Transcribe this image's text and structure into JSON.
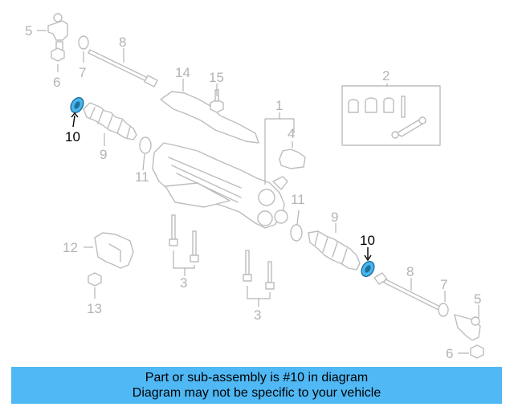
{
  "diagram": {
    "callouts": {
      "c1": "1",
      "c2": "2",
      "c3a": "3",
      "c3b": "3",
      "c4": "4",
      "c5a": "5",
      "c5b": "5",
      "c6a": "6",
      "c6b": "6",
      "c7a": "7",
      "c7b": "7",
      "c8a": "8",
      "c8b": "8",
      "c9a": "9",
      "c9b": "9",
      "c10a": "10",
      "c10b": "10",
      "c11a": "11",
      "c11b": "11",
      "c12": "12",
      "c13": "13",
      "c14": "14",
      "c15": "15"
    },
    "highlighted_part": "10",
    "colors": {
      "highlight": "#47b6ee",
      "banner": "#4fb8f5",
      "muted": "#b3b3b3"
    }
  },
  "banner": {
    "line1": "Part or sub-assembly is #10 in diagram",
    "line2": "Diagram may not be specific to your vehicle"
  }
}
